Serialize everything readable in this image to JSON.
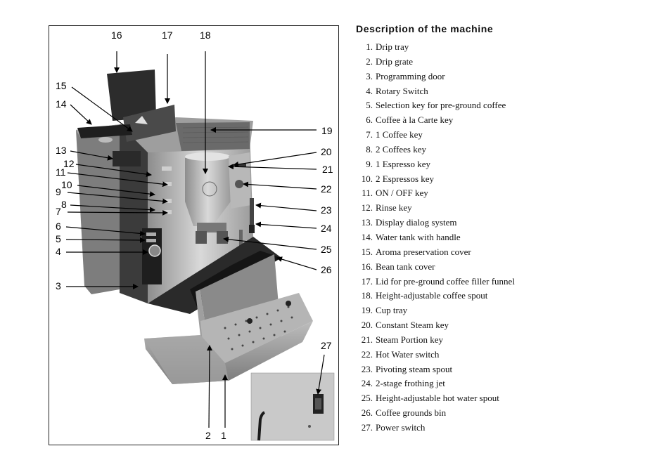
{
  "section_title": "Description of the machine",
  "parts": [
    {
      "num": "1.",
      "label": "Drip tray"
    },
    {
      "num": "2.",
      "label": "Drip grate"
    },
    {
      "num": "3.",
      "label": "Programming door"
    },
    {
      "num": "4.",
      "label": "Rotary Switch"
    },
    {
      "num": "5.",
      "label": "Selection key for pre-ground coffee"
    },
    {
      "num": "6.",
      "label": "Coffee à la Carte key"
    },
    {
      "num": "7.",
      "label": "1 Coffee key"
    },
    {
      "num": "8.",
      "label": "2 Coffees key"
    },
    {
      "num": "9.",
      "label": "1 Espresso key"
    },
    {
      "num": "10.",
      "label": "2 Espressos key"
    },
    {
      "num": "11.",
      "label": "ON / OFF key"
    },
    {
      "num": "12.",
      "label": "Rinse key"
    },
    {
      "num": "13.",
      "label": "Display dialog system"
    },
    {
      "num": "14.",
      "label": "Water tank with handle"
    },
    {
      "num": "15.",
      "label": "Aroma preservation cover"
    },
    {
      "num": "16.",
      "label": "Bean tank cover"
    },
    {
      "num": "17.",
      "label": "Lid for pre-ground coffee filler funnel"
    },
    {
      "num": "18.",
      "label": "Height-adjustable coffee spout"
    },
    {
      "num": "19.",
      "label": "Cup tray"
    },
    {
      "num": "20.",
      "label": "Constant Steam key"
    },
    {
      "num": "21.",
      "label": "Steam Portion key"
    },
    {
      "num": "22.",
      "label": "Hot Water switch"
    },
    {
      "num": "23.",
      "label": "Pivoting steam spout"
    },
    {
      "num": "24.",
      "label": "2-stage frothing jet"
    },
    {
      "num": "25.",
      "label": "Height-adjustable hot water spout"
    },
    {
      "num": "26.",
      "label": "Coffee grounds bin"
    },
    {
      "num": "27.",
      "label": "Power switch"
    }
  ],
  "callouts": {
    "c1": "1",
    "c2": "2",
    "c3": "3",
    "c4": "4",
    "c5": "5",
    "c6": "6",
    "c7": "7",
    "c8": "8",
    "c9": "9",
    "c10": "10",
    "c11": "11",
    "c12": "12",
    "c13": "13",
    "c14": "14",
    "c15": "15",
    "c16": "16",
    "c17": "17",
    "c18": "18",
    "c19": "19",
    "c20": "20",
    "c21": "21",
    "c22": "22",
    "c23": "23",
    "c24": "24",
    "c25": "25",
    "c26": "26",
    "c27": "27"
  }
}
